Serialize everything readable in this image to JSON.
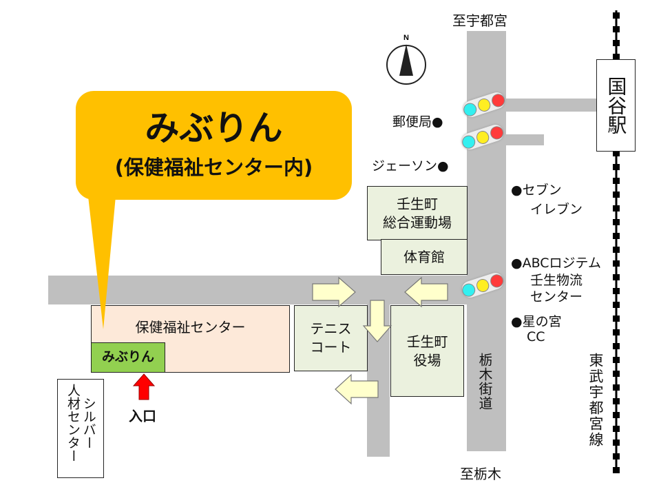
{
  "callout": {
    "title": "みぶりん",
    "subtitle": "(保健福祉センター内)"
  },
  "compass": {
    "label": "N"
  },
  "destinations": {
    "north": "至宇都宮",
    "south": "至栃木"
  },
  "station": "国谷駅",
  "railway": "東武宇都宮線",
  "street": "栃木街道",
  "landmarks": {
    "post_office": "郵便局●",
    "jason": "ジェーソン●",
    "seven_line1": "●セブン",
    "seven_line2": "イレブン",
    "abc_line1": "●ABCロジテム",
    "abc_line2": "壬生物流",
    "abc_line3": "センター",
    "hoshi_line1": "●星の宮",
    "hoshi_line2": "CC"
  },
  "buildings": {
    "sports_line1": "壬生町",
    "sports_line2": "総合運動場",
    "gym": "体育館",
    "health_center": "保健福祉センター",
    "miburin": "みぶりん",
    "tennis_line1": "テニス",
    "tennis_line2": "コート",
    "town_hall_line1": "壬生町",
    "town_hall_line2": "役場",
    "silver_line1": "シルバー",
    "silver_line2": "人材センター"
  },
  "entrance": "入口",
  "colors": {
    "callout": "#FFC000",
    "miburin": "#92D050",
    "health_center": "#FDE9D9",
    "building": "#EBF1DE",
    "arrow": "#FFFFCC",
    "entrance_arrow": "#FF0000"
  }
}
